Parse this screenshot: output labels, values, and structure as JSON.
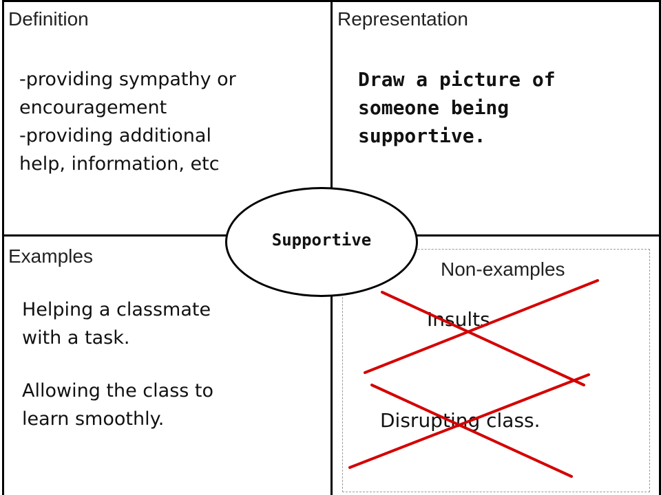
{
  "center": {
    "term": "Supportive"
  },
  "definition": {
    "title": "Definition",
    "text": "-providing sympathy or\nencouragement\n-providing additional\nhelp, information, etc"
  },
  "representation": {
    "title": "Representation",
    "text": "Draw a picture of\nsomeone being\nsupportive."
  },
  "examples": {
    "title": "Examples",
    "items": [
      "Helping a classmate\nwith a task.",
      "Allowing the class to\nlearn smoothly."
    ]
  },
  "non_examples": {
    "title": "Non-examples",
    "items": [
      "Insults",
      "Disrupting class."
    ]
  },
  "colors": {
    "lines": "#000000",
    "dashed_border": "#9a9a9a",
    "cross_marks": "#d40000"
  }
}
